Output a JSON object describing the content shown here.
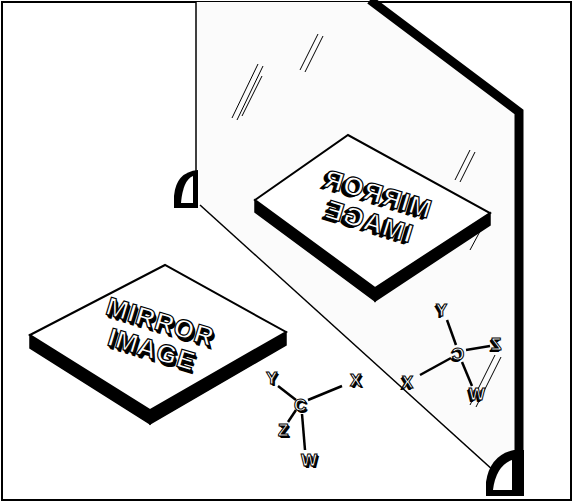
{
  "diagram": {
    "nodes": [
      {
        "text": [
          "MIRROR IMAGE"
        ]
      },
      {
        "text": [
          "MIRROR IMAGE"
        ]
      }
    ],
    "labels": [
      "X",
      "Y",
      "Z",
      "W",
      "C",
      "X",
      "Y",
      "Z",
      "W",
      "C"
    ]
  }
}
